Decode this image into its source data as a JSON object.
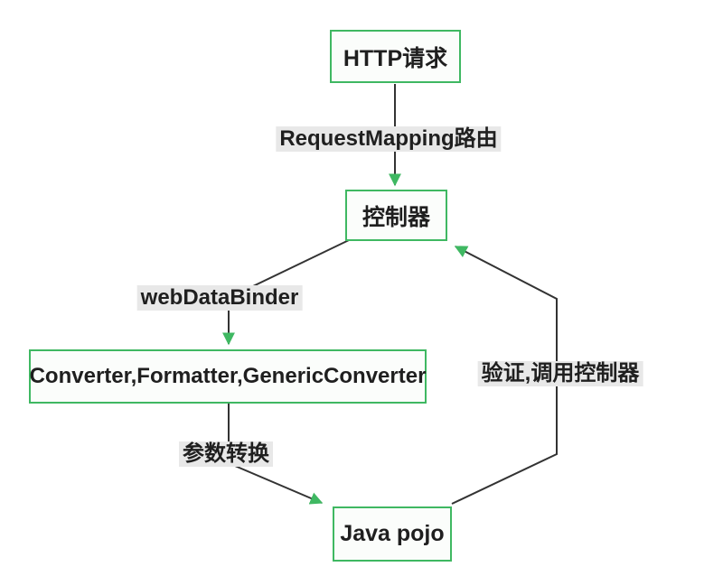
{
  "diagram": {
    "type": "flowchart",
    "direction": "top-down",
    "nodes": [
      {
        "id": "http-request",
        "label": "HTTP请求",
        "shape": "rect"
      },
      {
        "id": "controller",
        "label": "控制器",
        "shape": "rect"
      },
      {
        "id": "converter",
        "label": "Converter,Formatter,GenericConverter",
        "shape": "rect"
      },
      {
        "id": "java-pojo",
        "label": "Java pojo",
        "shape": "rect"
      }
    ],
    "edges": [
      {
        "from": "http-request",
        "to": "controller",
        "label": "RequestMapping路由"
      },
      {
        "from": "controller",
        "to": "converter",
        "label": "webDataBinder"
      },
      {
        "from": "converter",
        "to": "java-pojo",
        "label": "参数转换"
      },
      {
        "from": "java-pojo",
        "to": "controller",
        "label": "验证,调用控制器"
      }
    ]
  },
  "colors": {
    "node-border": "#3fb862",
    "node-fill": "#fbfdfb",
    "edge-line": "#333333",
    "arrowhead": "#3fb862",
    "label-bg": "#e8e8e8",
    "text": "#1f1f1f",
    "canvas-bg": "#ffffff"
  }
}
